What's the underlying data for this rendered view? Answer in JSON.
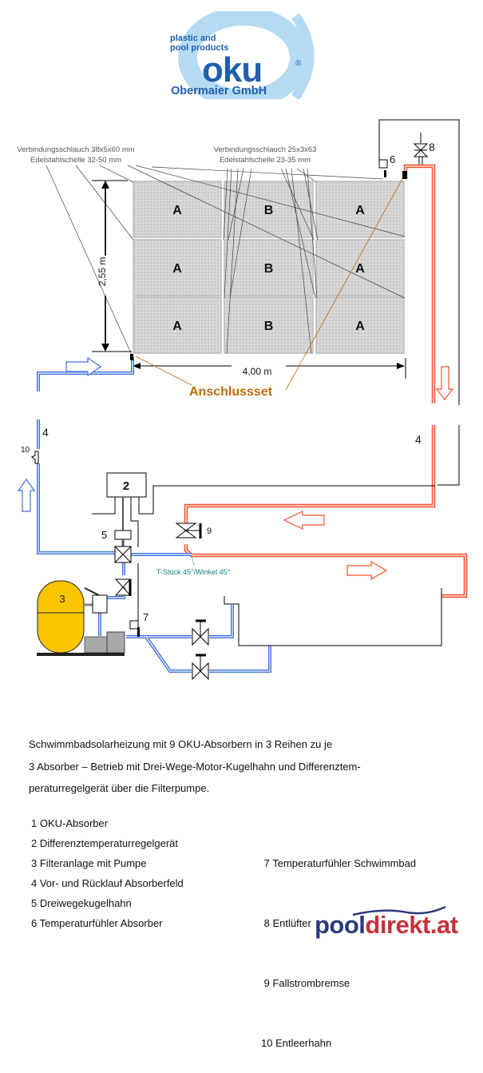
{
  "logo_top": {
    "tagline_line1": "plastic and",
    "tagline_line2": "pool products",
    "brand": "oku",
    "registered": "®",
    "company": "Obermaier GmbH",
    "colors": {
      "dark_blue": "#1f5fae",
      "light_blue": "#aed6f1"
    }
  },
  "diagram": {
    "hose_labels": {
      "left_line1": "Verbindungsschlauch 38x5x60 mm",
      "left_line2": "Edelstahlschelle 32-50 mm",
      "right_line1": "Verbindungsschlauch 25x3x63",
      "right_line2": "Edelstahlschelle 23-35 mm"
    },
    "absorber_grid": [
      [
        "A",
        "B",
        "A"
      ],
      [
        "A",
        "B",
        "A"
      ],
      [
        "A",
        "B",
        "A"
      ]
    ],
    "dim_height": "2,55 m",
    "dim_width": "4,00 m",
    "connection_set": "Anschlussset",
    "tee_label": "T-Stück 45°/Winkel 45°",
    "markers": {
      "m2": "2",
      "m3": "3",
      "m4_left": "4",
      "m4_right": "4",
      "m5": "5",
      "m6": "6",
      "m7": "7",
      "m8": "8",
      "m9": "9",
      "m10": "10"
    },
    "colors": {
      "cold_pipe": "#3d6fe0",
      "hot_pipe": "#f0532e",
      "annotation": "#c06a0a",
      "tee_label": "#17807e",
      "tank": "#f8c500",
      "pump": "#a8a8a8"
    }
  },
  "caption": [
    "Schwimmbadsolarheizung mit 9 OKU-Absorbern in 3 Reihen zu je",
    "3 Absorber – Betrieb mit Drei-Wege-Motor-Kugelhahn und Differenztem-",
    "peraturregelgerät über die Filterpumpe."
  ],
  "legend_left": [
    "1 OKU-Absorber",
    "2 Differenztemperaturregelgerät",
    "3 Filteranlage mit Pumpe",
    "4 Vor- und Rücklauf Absorberfeld",
    "5 Dreiwegekugelhahn",
    "6 Temperaturfühler Absorber"
  ],
  "legend_right": [
    " 7 Temperaturfühler Schwimmbad",
    " 8 Entlüfter",
    " 9 Fallstrombremse",
    "10 Entleerhahn"
  ],
  "logo_bottom": {
    "part1": "pool",
    "part2": "direkt.at"
  }
}
